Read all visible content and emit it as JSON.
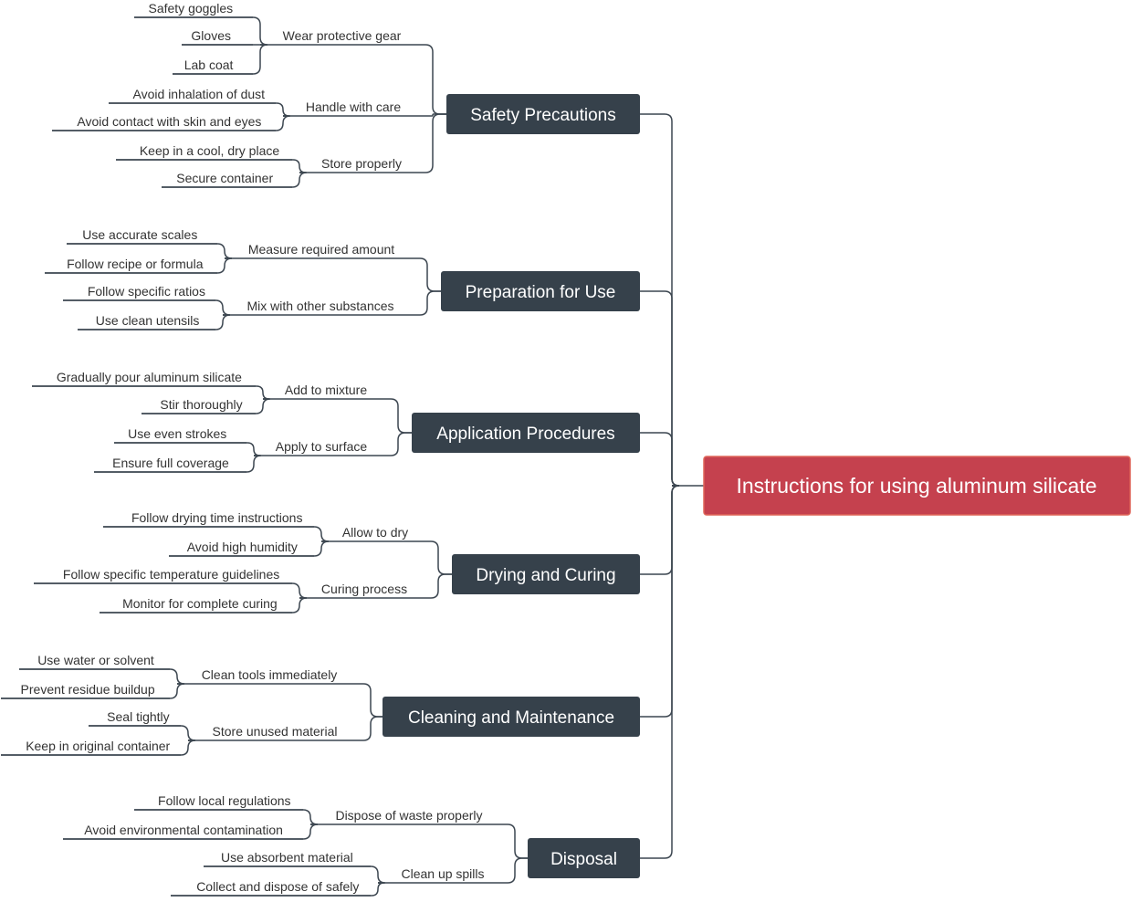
{
  "colors": {
    "root_fill": "#c5414e",
    "root_stroke": "#e0675a",
    "branch_fill": "#36414b",
    "line": "#3c4650"
  },
  "root": {
    "label": "Instructions for using aluminum silicate"
  },
  "branches": [
    {
      "label": "Safety Precautions",
      "children": [
        {
          "label": "Wear protective gear",
          "children": [
            "Safety goggles",
            "Gloves",
            "Lab coat"
          ]
        },
        {
          "label": "Handle with care",
          "children": [
            "Avoid inhalation of dust",
            "Avoid contact with skin and eyes"
          ]
        },
        {
          "label": "Store properly",
          "children": [
            "Keep in a cool, dry place",
            "Secure container"
          ]
        }
      ]
    },
    {
      "label": "Preparation for Use",
      "children": [
        {
          "label": "Measure required amount",
          "children": [
            "Use accurate scales",
            "Follow recipe or formula"
          ]
        },
        {
          "label": "Mix with other substances",
          "children": [
            "Follow specific ratios",
            "Use clean utensils"
          ]
        }
      ]
    },
    {
      "label": "Application Procedures",
      "children": [
        {
          "label": "Add to mixture",
          "children": [
            "Gradually pour aluminum silicate",
            "Stir thoroughly"
          ]
        },
        {
          "label": "Apply to surface",
          "children": [
            "Use even strokes",
            "Ensure full coverage"
          ]
        }
      ]
    },
    {
      "label": "Drying and Curing",
      "children": [
        {
          "label": "Allow to dry",
          "children": [
            "Follow drying time instructions",
            "Avoid high humidity"
          ]
        },
        {
          "label": "Curing process",
          "children": [
            "Follow specific temperature guidelines",
            "Monitor for complete curing"
          ]
        }
      ]
    },
    {
      "label": "Cleaning and Maintenance",
      "children": [
        {
          "label": "Clean tools immediately",
          "children": [
            "Use water or solvent",
            "Prevent residue buildup"
          ]
        },
        {
          "label": "Store unused material",
          "children": [
            "Seal tightly",
            "Keep in original container"
          ]
        }
      ]
    },
    {
      "label": "Disposal",
      "children": [
        {
          "label": "Dispose of waste properly",
          "children": [
            "Follow local regulations",
            "Avoid environmental contamination"
          ]
        },
        {
          "label": "Clean up spills",
          "children": [
            "Use absorbent material",
            "Collect and dispose of safely"
          ]
        }
      ]
    }
  ]
}
